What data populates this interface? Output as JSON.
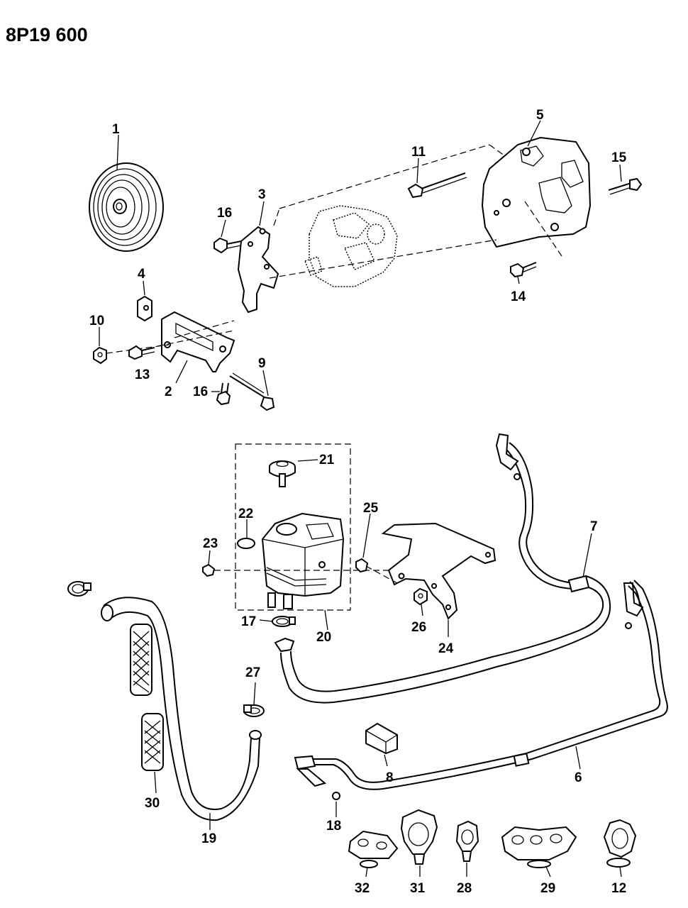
{
  "diagram_code": "8P19 600",
  "callouts": {
    "c1": "1",
    "c2": "2",
    "c3": "3",
    "c4": "4",
    "c5": "5",
    "c6": "6",
    "c7": "7",
    "c8": "8",
    "c9": "9",
    "c10": "10",
    "c11": "11",
    "c12": "12",
    "c13": "13",
    "c14": "14",
    "c15": "15",
    "c16a": "16",
    "c16b": "16",
    "c17": "17",
    "c18": "18",
    "c19": "19",
    "c20": "20",
    "c21": "21",
    "c22": "22",
    "c23": "23",
    "c24": "24",
    "c25": "25",
    "c26": "26",
    "c27": "27",
    "c28": "28",
    "c29": "29",
    "c30": "30",
    "c31": "31",
    "c32": "32"
  }
}
